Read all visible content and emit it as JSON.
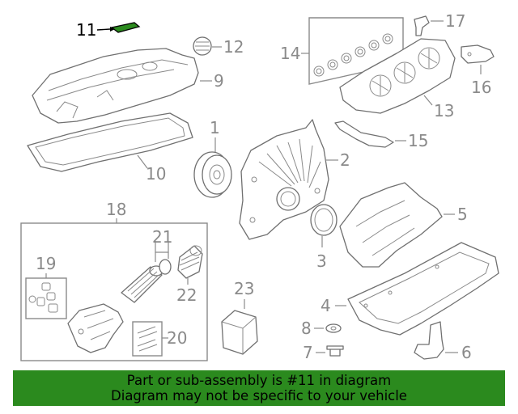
{
  "callouts": {
    "c1": "1",
    "c2": "2",
    "c3": "3",
    "c4": "4",
    "c5": "5",
    "c6": "6",
    "c7": "7",
    "c8": "8",
    "c9": "9",
    "c10": "10",
    "c11": "11",
    "c12": "12",
    "c13": "13",
    "c14": "14",
    "c15": "15",
    "c16": "16",
    "c17": "17",
    "c18": "18",
    "c19": "19",
    "c20": "20",
    "c21": "21",
    "c22": "22",
    "c23": "23"
  },
  "highlight": {
    "part_number": "11",
    "color": "#2b8a1e"
  },
  "banner": {
    "line1": "Part or sub-assembly is #11 in diagram",
    "line2": "Diagram may not be specific to your vehicle",
    "background": "#2b8a1e"
  }
}
